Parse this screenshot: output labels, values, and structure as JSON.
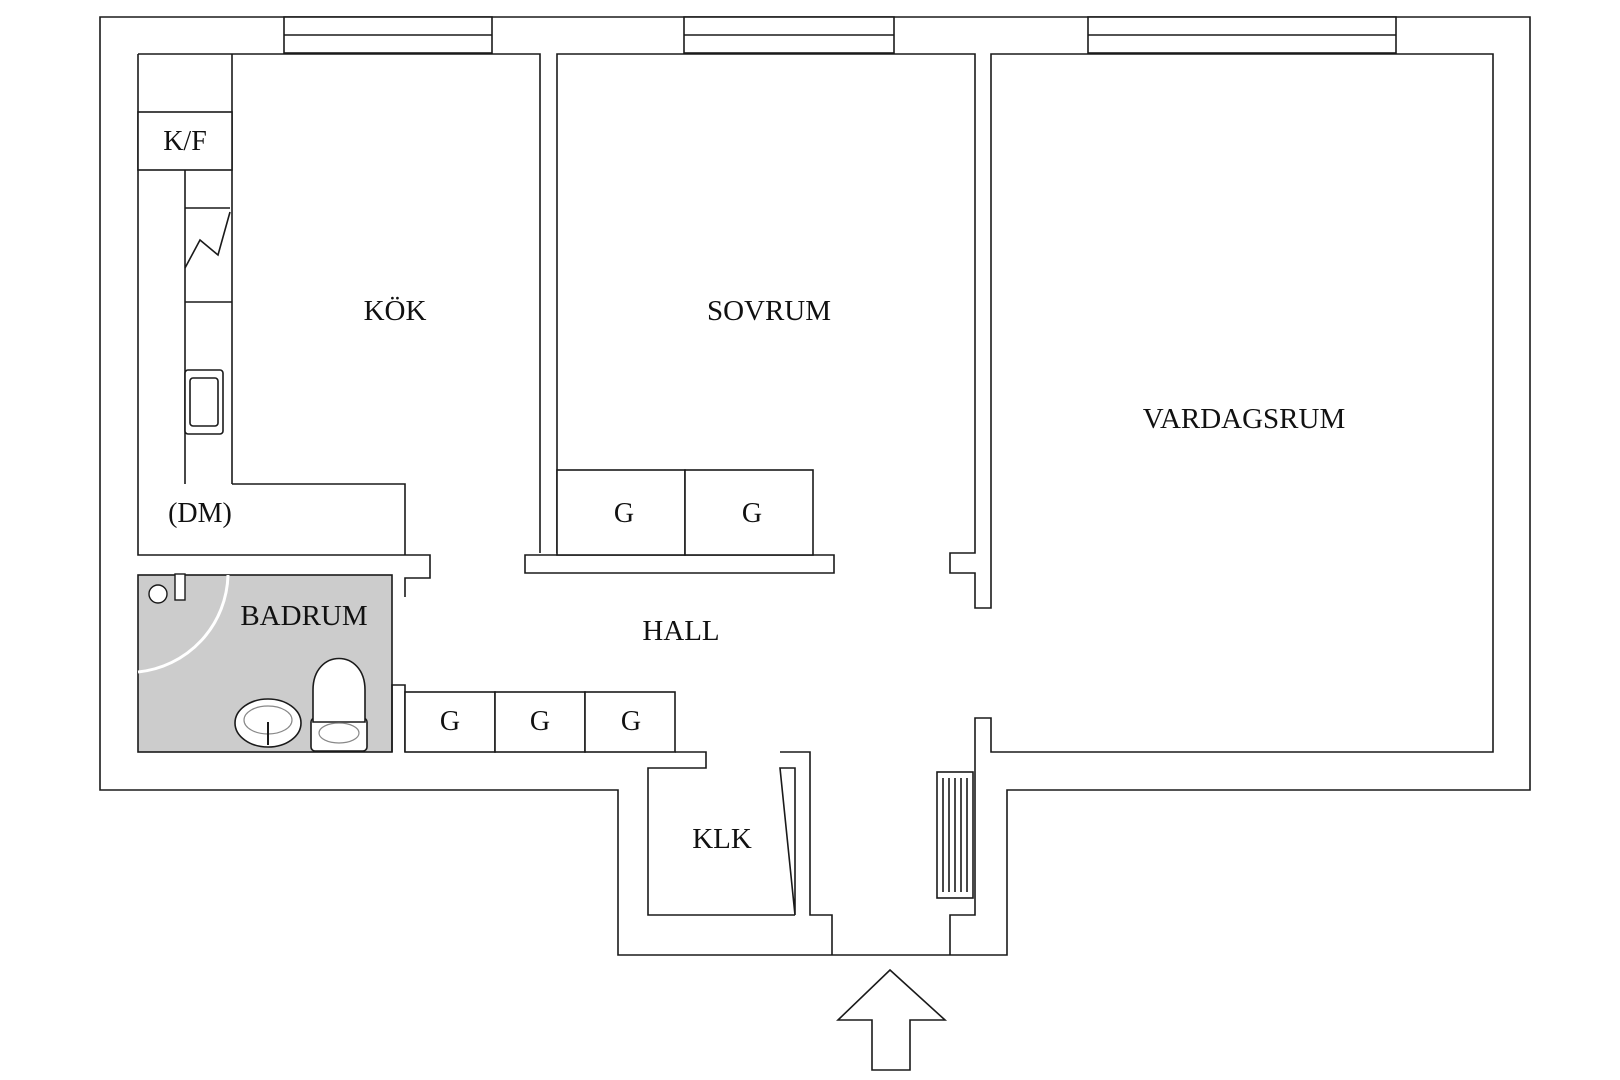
{
  "rooms": {
    "kok": "KÖK",
    "sovrum": "SOVRUM",
    "vardagsrum": "VARDAGSRUM",
    "hall": "HALL",
    "badrum": "BADRUM",
    "klk": "KLK"
  },
  "fixtures": {
    "kf": "K/F",
    "dm": "(DM)"
  },
  "closets": {
    "sovrum": [
      "G",
      "G"
    ],
    "hall": [
      "G",
      "G",
      "G"
    ]
  },
  "colors": {
    "wall_line": "#1a1a1a",
    "bathroom_fill": "#cccccc",
    "background": "#ffffff"
  }
}
